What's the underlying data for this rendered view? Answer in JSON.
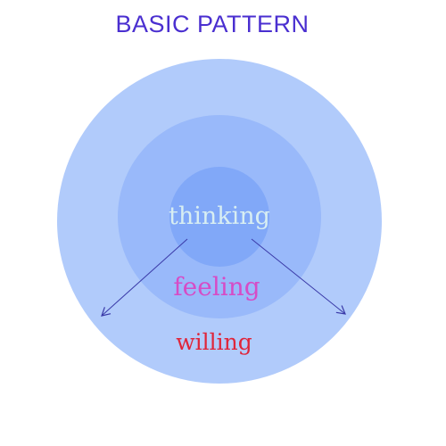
{
  "title": "BASIC PATTERN",
  "rings": {
    "inner": {
      "label": "thinking",
      "fill": "#81a8f8",
      "text_color": "#d8eef2"
    },
    "middle": {
      "label": "feeling",
      "fill": "#99b9fa",
      "text_color": "#d64cc6"
    },
    "outer": {
      "label": "willing",
      "fill": "#b1cbfb",
      "text_color": "#e0253a"
    }
  },
  "arrow_color": "#3a3aa8",
  "title_color": "#4a2fd0"
}
